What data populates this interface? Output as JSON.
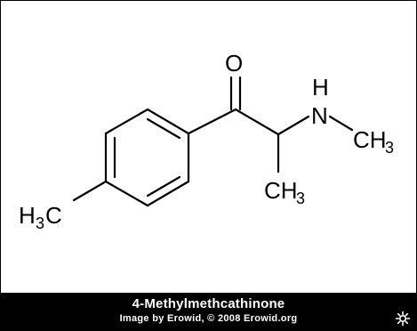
{
  "molecule": {
    "atoms": {
      "oxygen": "O",
      "nh_hydrogen": "H",
      "nitrogen": "N",
      "n_methyl_c": "CH",
      "n_methyl_sub": "3",
      "alpha_methyl_c": "CH",
      "alpha_methyl_sub": "3",
      "aryl_methyl_h": "H",
      "aryl_methyl_sub": "3",
      "aryl_methyl_c": "C"
    }
  },
  "caption": {
    "title": "4-Methylmethcathinone",
    "credit": "Image by Erowid, © 2008 Erowid.org"
  },
  "logo": {
    "icon": "erowid-logo-icon"
  },
  "colors": {
    "background": "#ffffff",
    "ink": "#000000",
    "caption_background": "#000000",
    "caption_text": "#ffffff"
  }
}
